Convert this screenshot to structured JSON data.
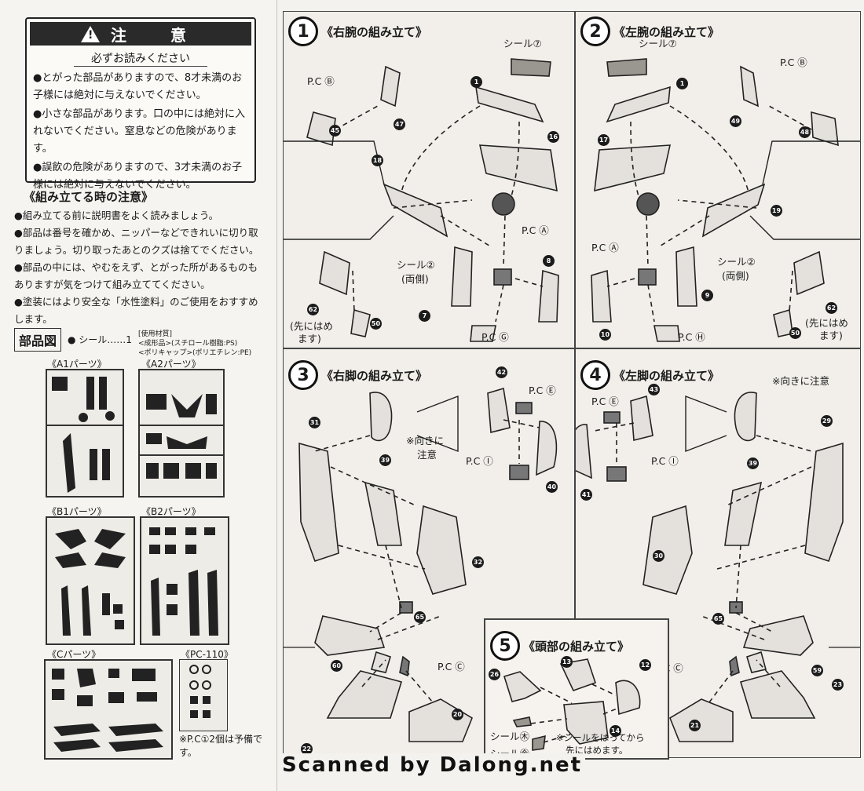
{
  "caution": {
    "title": "注　意",
    "subtitle": "必ずお読みください",
    "items": [
      "●とがった部品がありますので、8才未満のお子様には絶対に与えないでください。",
      "●小さな部品があります。口の中には絶対に入れないでください。窒息などの危険があります。",
      "●誤飲の危険がありますので、3才未満のお子様には絶対に与えないでください。"
    ]
  },
  "assembly_notes": {
    "heading": "《組み立てる時の注意》",
    "items": [
      "●組み立てる前に説明書をよく読みましょう。",
      "●部品は番号を確かめ、ニッパーなどできれいに切り取りましょう。切り取ったあとのクズは捨てでください。",
      "●部品の中には、やむをえず、とがった所があるものもありますが気をつけて組み立ててください。",
      "●塗装にはより安全な「水性塗料」のご使用をおすすめします。"
    ]
  },
  "parts_diagram": {
    "label": "部品図",
    "seal_line": "● シール……1",
    "materials": [
      "[使用材質]",
      "<成形品>(スチロール樹脂:PS)",
      "<ポリキャップ>(ポリエチレン:PE)"
    ],
    "runners": [
      "《A1パーツ》",
      "《A2パーツ》",
      "《B1パーツ》",
      "《B2パーツ》",
      "《Cパーツ》",
      "《PC-110》"
    ],
    "spare_note": "※P.C①2個は予備です。"
  },
  "steps": [
    {
      "number": "1",
      "title": "《右腕の組み立て》"
    },
    {
      "number": "2",
      "title": "《左腕の組み立て》"
    },
    {
      "number": "3",
      "title": "《右脚の組み立て》"
    },
    {
      "number": "4",
      "title": "《左脚の組み立て》"
    },
    {
      "number": "5",
      "title": "《頭部の組み立て》"
    }
  ],
  "callouts": {
    "seal_i": "シール⑦",
    "seal_e": "シール②",
    "both_sides": "(両側)",
    "insert_first": "(先にはめ",
    "insert_first_2": "ます)",
    "orientation_note": "※向きに注意",
    "orientation_a": "※向きに",
    "orientation_b": "注意",
    "seal_ki": "シール㊍",
    "seal_ka": "シール㊎",
    "head_note_a": "※シールをはってから",
    "head_note_b": "先にはめます。"
  },
  "pc_labels": {
    "B": "P.C Ⓑ",
    "A": "P.C Ⓐ",
    "G": "P.C Ⓖ",
    "H": "P.C Ⓗ",
    "E": "P.C Ⓔ",
    "I": "P.C Ⓘ",
    "C": "P.C Ⓒ"
  },
  "part_numbers": {
    "s1": [
      "1",
      "45",
      "47",
      "16",
      "18",
      "8",
      "7",
      "62",
      "50"
    ],
    "s2": [
      "1",
      "49",
      "48",
      "17",
      "19",
      "10",
      "9",
      "62",
      "50"
    ],
    "s3": [
      "31",
      "39",
      "32",
      "65",
      "42",
      "40",
      "60",
      "22",
      "20"
    ],
    "s4": [
      "43",
      "41",
      "29",
      "39",
      "30",
      "65",
      "59",
      "23",
      "21"
    ],
    "s5": [
      "26",
      "13",
      "12",
      "14"
    ]
  },
  "footer": "Scanned by Dalong.net"
}
